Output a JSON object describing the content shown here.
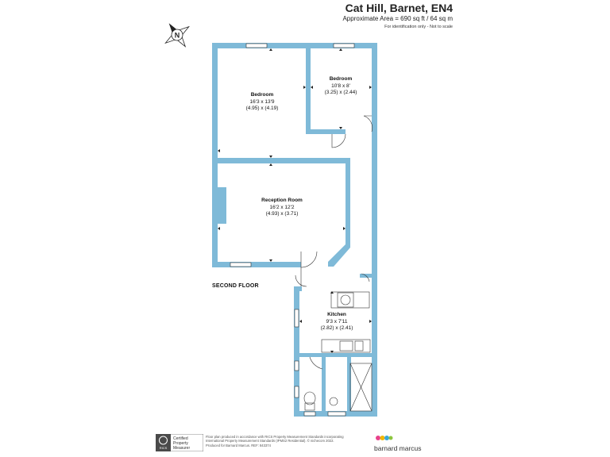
{
  "header": {
    "title": "Cat Hill, Barnet, EN4",
    "area": "Approximate Area = 690 sq ft / 64 sq m",
    "note": "For identification only - Not to scale"
  },
  "compass": {
    "icon": "compass-north-icon",
    "letter": "N"
  },
  "floor_label": "SECOND FLOOR",
  "rooms": {
    "bedroom1": {
      "name": "Bedroom",
      "imperial": "16'3 x 13'9",
      "metric": "(4.95) x (4.19)"
    },
    "bedroom2": {
      "name": "Bedroom",
      "imperial": "10'8 x 8'",
      "metric": "(3.25) x (2.44)"
    },
    "reception": {
      "name": "Reception Room",
      "imperial": "16'2 x 12'2",
      "metric": "(4.93) x (3.71)"
    },
    "kitchen": {
      "name": "Kitchen",
      "imperial": "9'3 x 7'11",
      "metric": "(2.82) x (2.41)"
    }
  },
  "footer": {
    "badge_lines": [
      "Certified",
      "Property",
      "Measurer"
    ],
    "badge_logo": "RICS",
    "text_lines": [
      "Floor plan produced in accordance with RICS Property Measurement Standards incorporating",
      "International Property Measurement Standards (IPMS2 Residential). © nichecom 2022.",
      "Produced for Barnard Marcus.   REF: 843374"
    ],
    "brand": "barnard marcus"
  },
  "colors": {
    "wall": "#7fbad8",
    "line": "#333333",
    "window": "#ffffff"
  }
}
